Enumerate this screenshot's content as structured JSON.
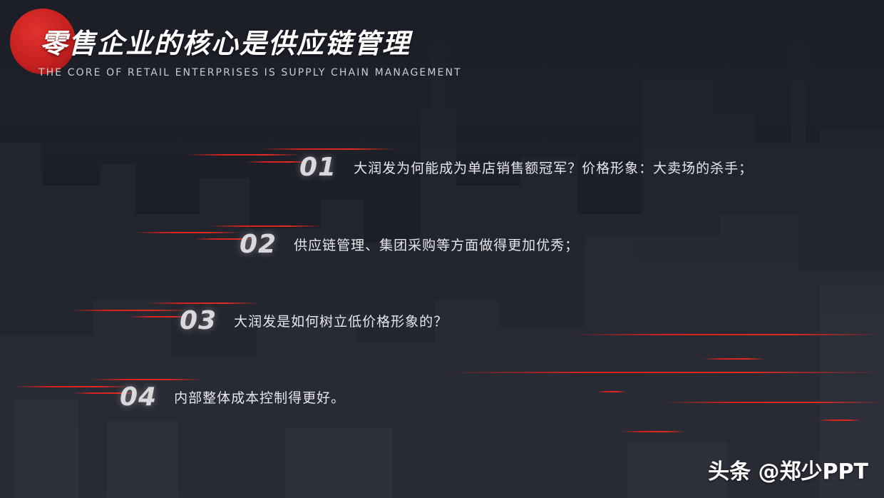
{
  "header": {
    "title": "零售企业的核心是供应链管理",
    "subtitle": "THE CORE OF RETAIL ENTERPRISES IS SUPPLY CHAIN MANAGEMENT"
  },
  "items": [
    {
      "num": "01",
      "text": "大润发为何能成为单店销售额冠军？价格形象：大卖场的杀手；"
    },
    {
      "num": "02",
      "text": "供应链管理、集团采购等方面做得更加优秀；"
    },
    {
      "num": "03",
      "text": "大润发是如何树立低价格形象的？"
    },
    {
      "num": "04",
      "text": "内部整体成本控制得更好。"
    }
  ],
  "watermark": "头条 @郑少PPT",
  "colors": {
    "accent": "#d0221f",
    "background": "#1d1f28"
  }
}
